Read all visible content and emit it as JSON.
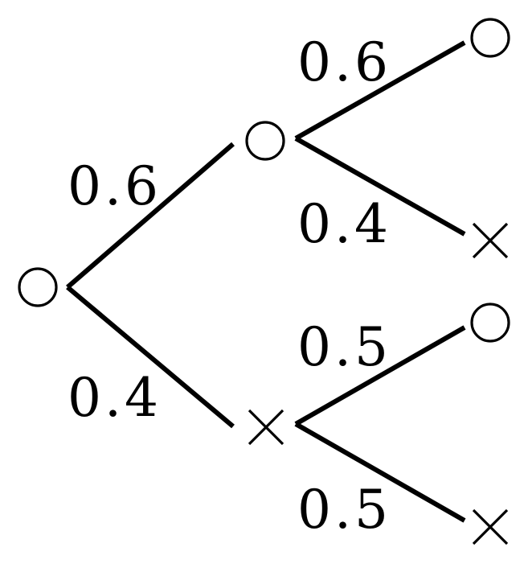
{
  "tree": {
    "root": {
      "symbol": "○"
    },
    "first_stage": [
      {
        "probability": "0.6",
        "symbol": "○"
      },
      {
        "probability": "0.4",
        "symbol": "×"
      }
    ],
    "second_stage_after_circle": [
      {
        "probability": "0.6",
        "symbol": "○"
      },
      {
        "probability": "0.4",
        "symbol": "×"
      }
    ],
    "second_stage_after_cross": [
      {
        "probability": "0.5",
        "symbol": "○"
      },
      {
        "probability": "0.5",
        "symbol": "×"
      }
    ]
  }
}
